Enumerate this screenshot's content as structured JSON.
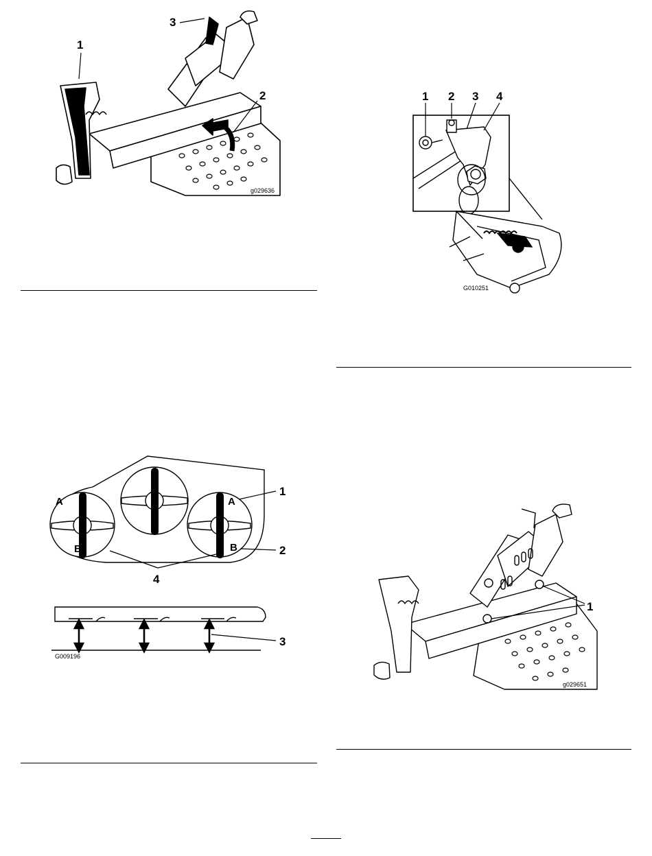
{
  "figures": [
    {
      "id": "g029636",
      "callouts": [
        "1",
        "2",
        "3"
      ]
    },
    {
      "id": "G010251",
      "callouts": [
        "1",
        "2",
        "3",
        "4"
      ]
    },
    {
      "id": "G009196",
      "callouts": [
        "1",
        "2",
        "3",
        "4"
      ],
      "letters": [
        "A",
        "B",
        "A",
        "B"
      ]
    },
    {
      "id": "g029651",
      "callouts": [
        "1"
      ]
    }
  ],
  "page_number": ""
}
